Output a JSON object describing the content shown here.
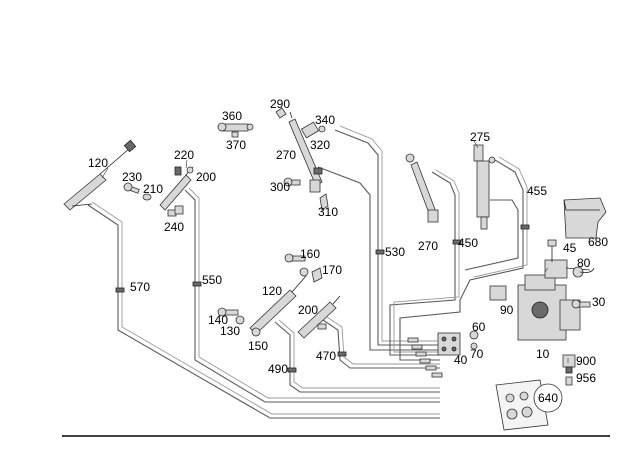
{
  "diagram": {
    "labels": [
      {
        "id": "l360",
        "text": "360"
      },
      {
        "id": "l370",
        "text": "370"
      },
      {
        "id": "l290",
        "text": "290"
      },
      {
        "id": "l340",
        "text": "340"
      },
      {
        "id": "l320",
        "text": "320"
      },
      {
        "id": "l270a",
        "text": "270"
      },
      {
        "id": "l300",
        "text": "300"
      },
      {
        "id": "l310",
        "text": "310"
      },
      {
        "id": "l120a",
        "text": "120"
      },
      {
        "id": "l220",
        "text": "220"
      },
      {
        "id": "l230",
        "text": "230"
      },
      {
        "id": "l210",
        "text": "210"
      },
      {
        "id": "l200a",
        "text": "200"
      },
      {
        "id": "l240",
        "text": "240"
      },
      {
        "id": "l275",
        "text": "275"
      },
      {
        "id": "l455",
        "text": "455"
      },
      {
        "id": "l270b",
        "text": "270"
      },
      {
        "id": "l450",
        "text": "450"
      },
      {
        "id": "l530",
        "text": "530"
      },
      {
        "id": "l550",
        "text": "550"
      },
      {
        "id": "l570",
        "text": "570"
      },
      {
        "id": "l160",
        "text": "160"
      },
      {
        "id": "l170",
        "text": "170"
      },
      {
        "id": "l120b",
        "text": "120"
      },
      {
        "id": "l140",
        "text": "140"
      },
      {
        "id": "l130",
        "text": "130"
      },
      {
        "id": "l150",
        "text": "150"
      },
      {
        "id": "l200b",
        "text": "200"
      },
      {
        "id": "l490",
        "text": "490"
      },
      {
        "id": "l470",
        "text": "470"
      },
      {
        "id": "l680",
        "text": "680"
      },
      {
        "id": "l45",
        "text": "45"
      },
      {
        "id": "l80",
        "text": "80"
      },
      {
        "id": "l30",
        "text": "30"
      },
      {
        "id": "l90",
        "text": "90"
      },
      {
        "id": "l60",
        "text": "60"
      },
      {
        "id": "l70",
        "text": "70"
      },
      {
        "id": "l40",
        "text": "40"
      },
      {
        "id": "l10",
        "text": "10"
      },
      {
        "id": "l900",
        "text": "900"
      },
      {
        "id": "l956",
        "text": "956"
      },
      {
        "id": "l640",
        "text": "640"
      }
    ]
  }
}
